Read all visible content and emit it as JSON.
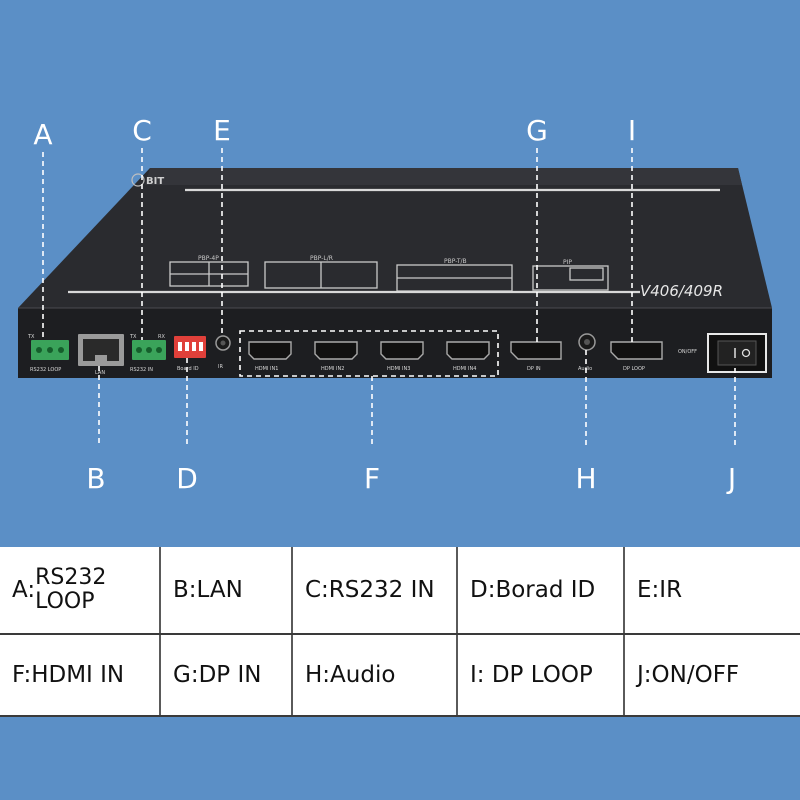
{
  "device": {
    "brand_logo": "BIT",
    "model": "V406/409R",
    "mode_labels": [
      "PBP-4P",
      "PBP-L/R",
      "PBP-T/B",
      "PIP"
    ],
    "port_labels": {
      "rs232_tx": "TX",
      "rs232_loop": "RS232 LOOP",
      "lan": "LAN",
      "rs232_in": "RS232 IN",
      "rs232_in_rx": "RX",
      "board_id": "Board ID",
      "ir": "IR",
      "hdmi": [
        "HDMI IN1",
        "HDMI IN2",
        "HDMI IN3",
        "HDMI IN4"
      ],
      "dp_in": "DP IN",
      "audio": "Audio",
      "dp_loop": "DP LOOP",
      "on_off": "ON/OFF"
    },
    "colors": {
      "background": "#5b8fc6",
      "chassis": "#2b2c30",
      "terminal_green": "#3aa35a",
      "dip_switch_red": "#e0403a"
    }
  },
  "callouts": {
    "A": "A",
    "B": "B",
    "C": "C",
    "D": "D",
    "E": "E",
    "F": "F",
    "G": "G",
    "H": "H",
    "I": "I",
    "J": "J"
  },
  "legend": {
    "a_prefix": "A:",
    "a_line1": "RS232",
    "a_line2": "LOOP",
    "b": "B:LAN",
    "c": "C:RS232 IN",
    "d": "D:Borad ID",
    "e": "E:IR",
    "f": "F:HDMI IN",
    "g": "G:DP IN",
    "h": "H:Audio",
    "i": "I: DP LOOP",
    "j": "J:ON/OFF"
  }
}
